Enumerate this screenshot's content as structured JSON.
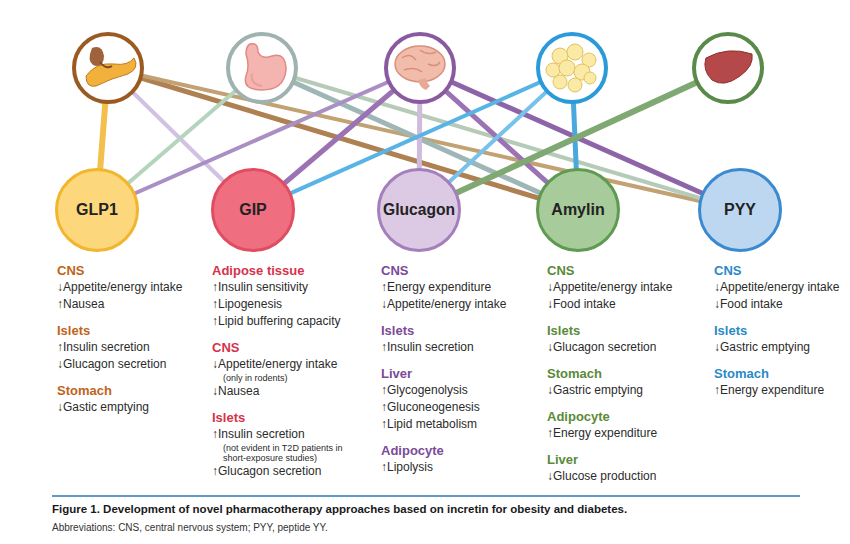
{
  "diagram": {
    "caption": "Figure 1. Development of novel pharmacotherapy approaches based on incretin for obesity and diabetes.",
    "nodes": [
      {
        "text": [
          "GLP1"
        ]
      },
      {
        "text": [
          "GIP"
        ]
      },
      {
        "text": [
          "Glucagon"
        ]
      },
      {
        "text": [
          "Amylin"
        ]
      },
      {
        "text": [
          "PYY"
        ]
      }
    ],
    "labels": [
      "CNS",
      "↓Appetite/energy intake",
      "↑Nausea",
      "Islets",
      "↑Insulin secretion",
      "↓Glucagon secretion",
      "Stomach",
      "↓Gastic emptying",
      "Adipose tissue",
      "↑Insulin sensitivity",
      "↑Lipogenesis",
      "↑Lipid buffering capacity",
      "CNS",
      "↓Appetite/energy intake",
      "(only in rodents)",
      "↓Nausea",
      "Islets",
      "↑Insulin secretion",
      "(not evident in T2D patients in short-exposure studies)",
      "↑Glucagon secretion",
      "CNS",
      "↑Energy expenditure",
      "↓Appetite/energy intake",
      "Islets",
      "↑Insulin secretion",
      "Liver",
      "↑Glycogenolysis",
      "↑Gluconeogenesis",
      "↑Lipid metabolism",
      "Adipocyte",
      "↑Lipolysis",
      "CNS",
      "↓Appetite/energy intake",
      "↓Food intake",
      "Islets",
      "↓Glucagon secretion",
      "Stomach",
      "↓Gastric emptying",
      "Adipocyte",
      "↑Energy expenditure",
      "Liver",
      "↓Glucose production",
      "CNS",
      "↓Appetite/energy intake",
      "↓Food intake",
      "Islets",
      "↓Gastric emptying",
      "Stomach",
      "↑Energy expenditure",
      "Abbreviations: CNS, central nervous system; PYY, peptide YY."
    ]
  }
}
